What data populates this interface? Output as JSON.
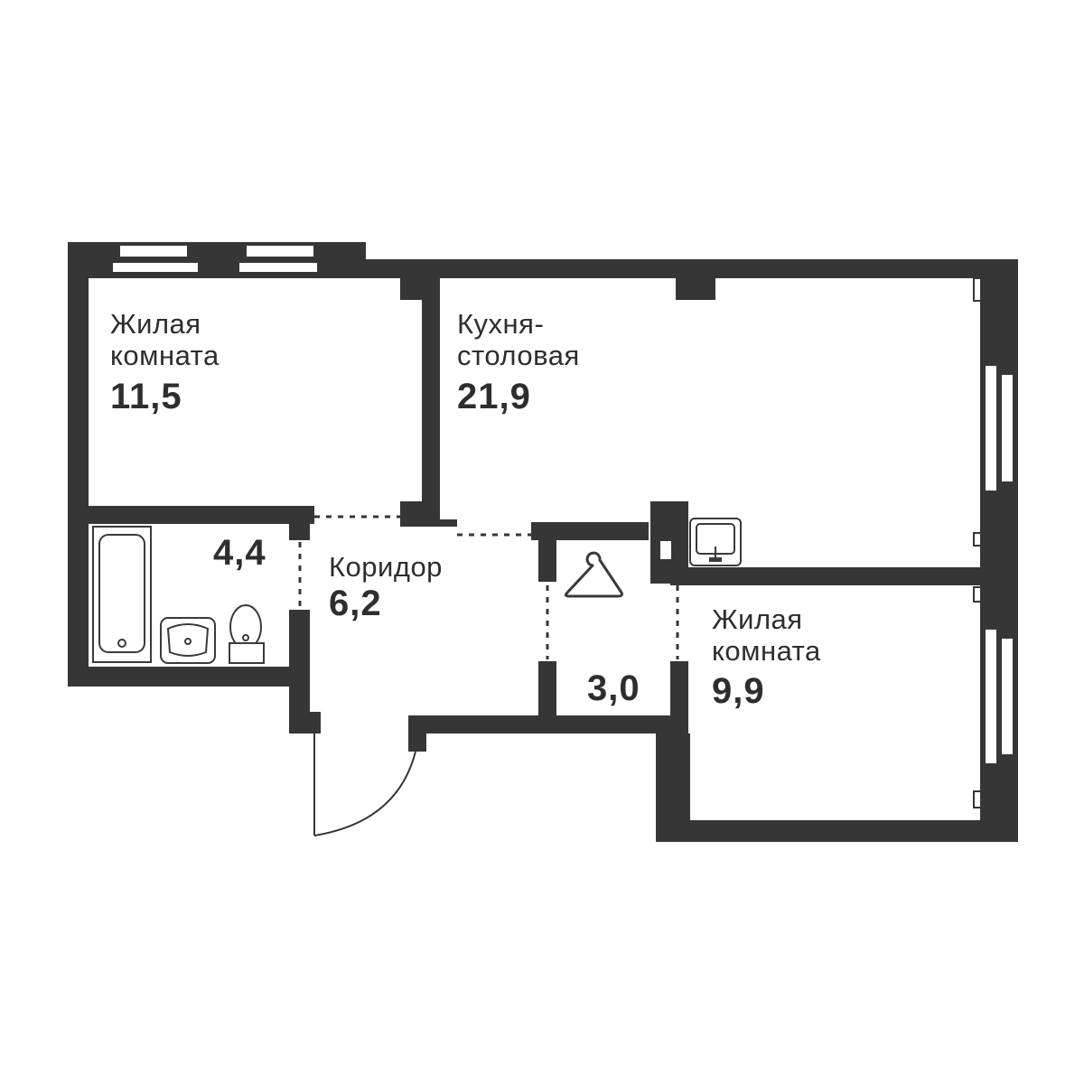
{
  "rooms": {
    "living_room_1": {
      "name_line1": "Жилая",
      "name_line2": "комната",
      "area": "11,5"
    },
    "kitchen": {
      "name_line1": "Кухня-",
      "name_line2": "столовая",
      "area": "21,9"
    },
    "bathroom": {
      "area": "4,4"
    },
    "corridor": {
      "name": "Коридор",
      "area": "6,2"
    },
    "wardrobe": {
      "area": "3,0",
      "icon": "hanger-icon"
    },
    "living_room_2": {
      "name_line1": "Жилая",
      "name_line2": "комната",
      "area": "9,9"
    }
  },
  "colors": {
    "wall": "#363636",
    "text": "#2e2e2e",
    "background": "#ffffff"
  }
}
